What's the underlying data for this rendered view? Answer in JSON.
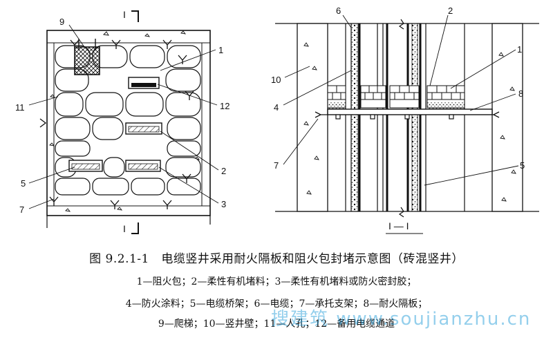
{
  "figure": {
    "title": "图 9.2.1-1　电缆竖井采用耐火隔板和阻火包封堵示意图（砖混竖井）",
    "section_mark": "I",
    "section_label": "I — I",
    "legend_lines": [
      "1—阻火包；2—柔性有机堵料；3—柔性有机堵料或防火密封胶；",
      "4—防火涂料；5—电缆桥架；6—电缆；7—承托支架；8—耐火隔板；",
      "9—爬梯；10—竖井壁；11—人孔；12—备用电缆通道"
    ],
    "callouts_plan": [
      "9",
      "1",
      "11",
      "12",
      "5",
      "2",
      "3",
      "7"
    ],
    "callouts_section": [
      "6",
      "2",
      "1",
      "10",
      "8",
      "4",
      "7",
      "5"
    ]
  },
  "watermark": "搜建筑 www.soujianzhu.cn",
  "colors": {
    "line": "#111111",
    "watermark": "#3a9fd8"
  }
}
